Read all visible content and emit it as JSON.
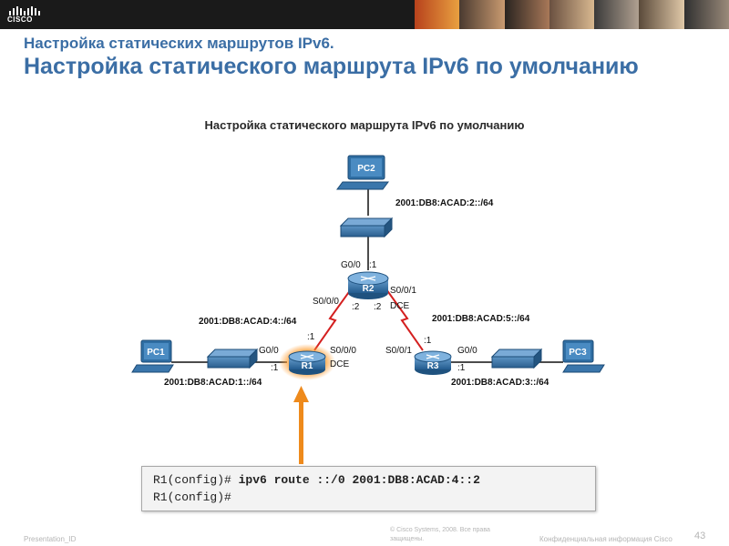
{
  "header": {
    "logo_text": "CISCO",
    "subtitle": "Настройка статических маршрутов IPv6.",
    "title": "Настройка статического маршрута IPv6 по умолчанию"
  },
  "figure": {
    "title": "Настройка статического маршрута IPv6 по умолчанию",
    "devices": {
      "pc1": "PC1",
      "pc2": "PC2",
      "pc3": "PC3",
      "r1": "R1",
      "r2": "R2",
      "r3": "R3"
    },
    "networks": {
      "lan_r2": "2001:DB8:ACAD:2::/64",
      "serial_r1_r2": "2001:DB8:ACAD:4::/64",
      "serial_r2_r3": "2001:DB8:ACAD:5::/64",
      "lan_r1": "2001:DB8:ACAD:1::/64",
      "lan_r3": "2001:DB8:ACAD:3::/64"
    },
    "interfaces": {
      "r2_g00": "G0/0",
      "r2_g00_host": ":1",
      "r2_s000": "S0/0/0",
      "r2_s000_host": ":2",
      "r2_s001": "S0/0/1",
      "r2_s001_host": ":2",
      "r2_dce": "DCE",
      "r1_serial_host": ":1",
      "r1_g00": "G0/0",
      "r1_g00_host": ":1",
      "r1_s000": "S0/0/0",
      "r1_dce": "DCE",
      "r3_s001": "S0/0/1",
      "r3_serial_host": ":1",
      "r3_g00": "G0/0",
      "r3_g00_host": ":1"
    }
  },
  "cli": {
    "line1_prompt": "R1(config)# ",
    "line1_cmd": "ipv6 route ::/0 2001:DB8:ACAD:4::2",
    "line2": "R1(config)#"
  },
  "footer": {
    "left": "Presentation_ID",
    "center": "© Cisco Systems, 2008. Все права защищены.",
    "right": "Конфиденциальная информация Cisco",
    "page": "43"
  },
  "colors": {
    "title_blue": "#3b6ea5",
    "device_blue": "#2f6ea3",
    "serial_red": "#d42020",
    "arrow_orange": "#ee8a1c"
  }
}
